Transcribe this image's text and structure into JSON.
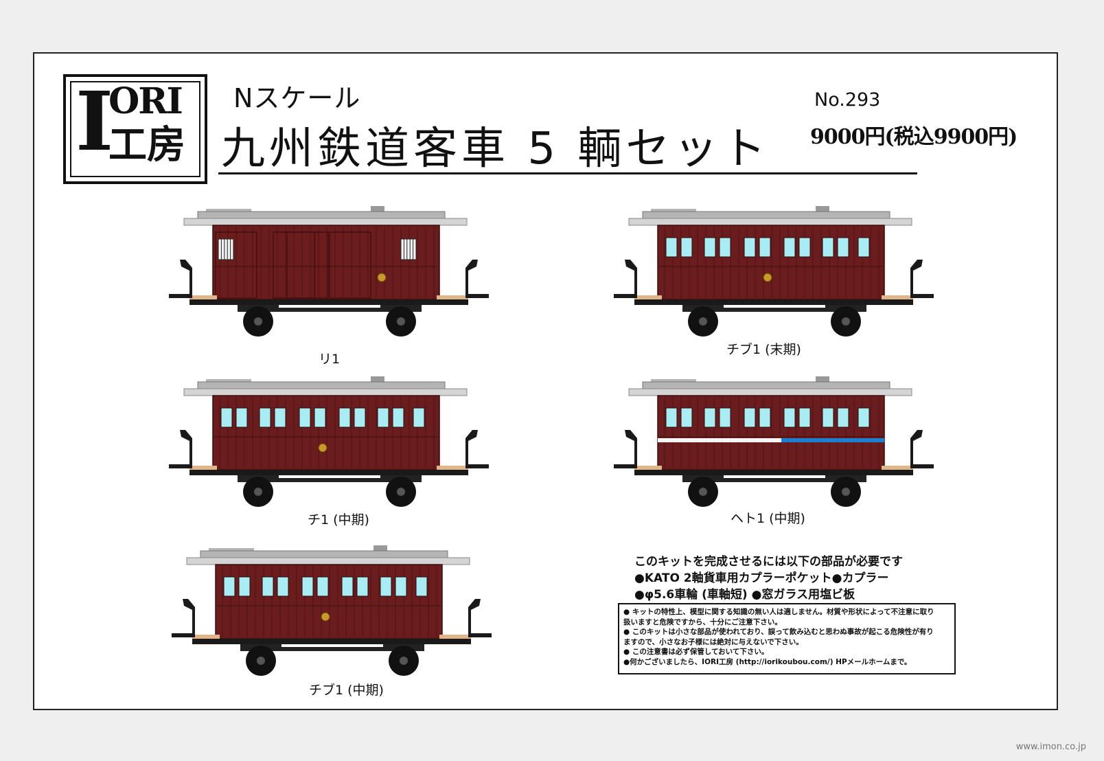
{
  "logo": {
    "i": "I",
    "ori": "ORI",
    "kobo": "工房"
  },
  "header": {
    "scale": "Nスケール",
    "title": "九州鉄道客車 5 輌セット",
    "number": "No.293",
    "price": "9000円(税込9900円)"
  },
  "cars": [
    {
      "label": "リ1",
      "type": "baggage"
    },
    {
      "label": "チブ1 (末期)",
      "type": "coach"
    },
    {
      "label": "チ1 (中期)",
      "type": "coach"
    },
    {
      "label": "ヘト1 (中期)",
      "type": "coach-stripe"
    },
    {
      "label": "チブ1 (中期)",
      "type": "coach"
    }
  ],
  "requirements": {
    "heading": "このキットを完成させるには以下の部品が必要です",
    "line1": "●KATO 2軸貨車用カプラーポケット●カプラー",
    "line2": "●φ5.6車輪 (車軸短) ●窓ガラス用塩ビ板"
  },
  "notes": [
    "● キットの特性上、模型に関する知識の無い人は適しません。材質や形状によって不注意に取り",
    "扱いますと危険ですから、十分にご注意下さい。",
    "● このキットは小さな部品が使われており、誤って飲み込むと思わぬ事故が起こる危険性が有り",
    "ますので、小さなお子様には絶対に与えないで下さい。",
    "● この注意書は必ず保管しておいて下さい。",
    "●何かございましたら、IORI工房 (http://iorikoubou.com/) HPメールホームまで。"
  ],
  "credit": "www.imon.co.jp",
  "colors": {
    "body": "#6b1d1d",
    "window": "#a8ecf4",
    "roof": "#b4b4b4",
    "stripe": "#1e7fd0"
  }
}
